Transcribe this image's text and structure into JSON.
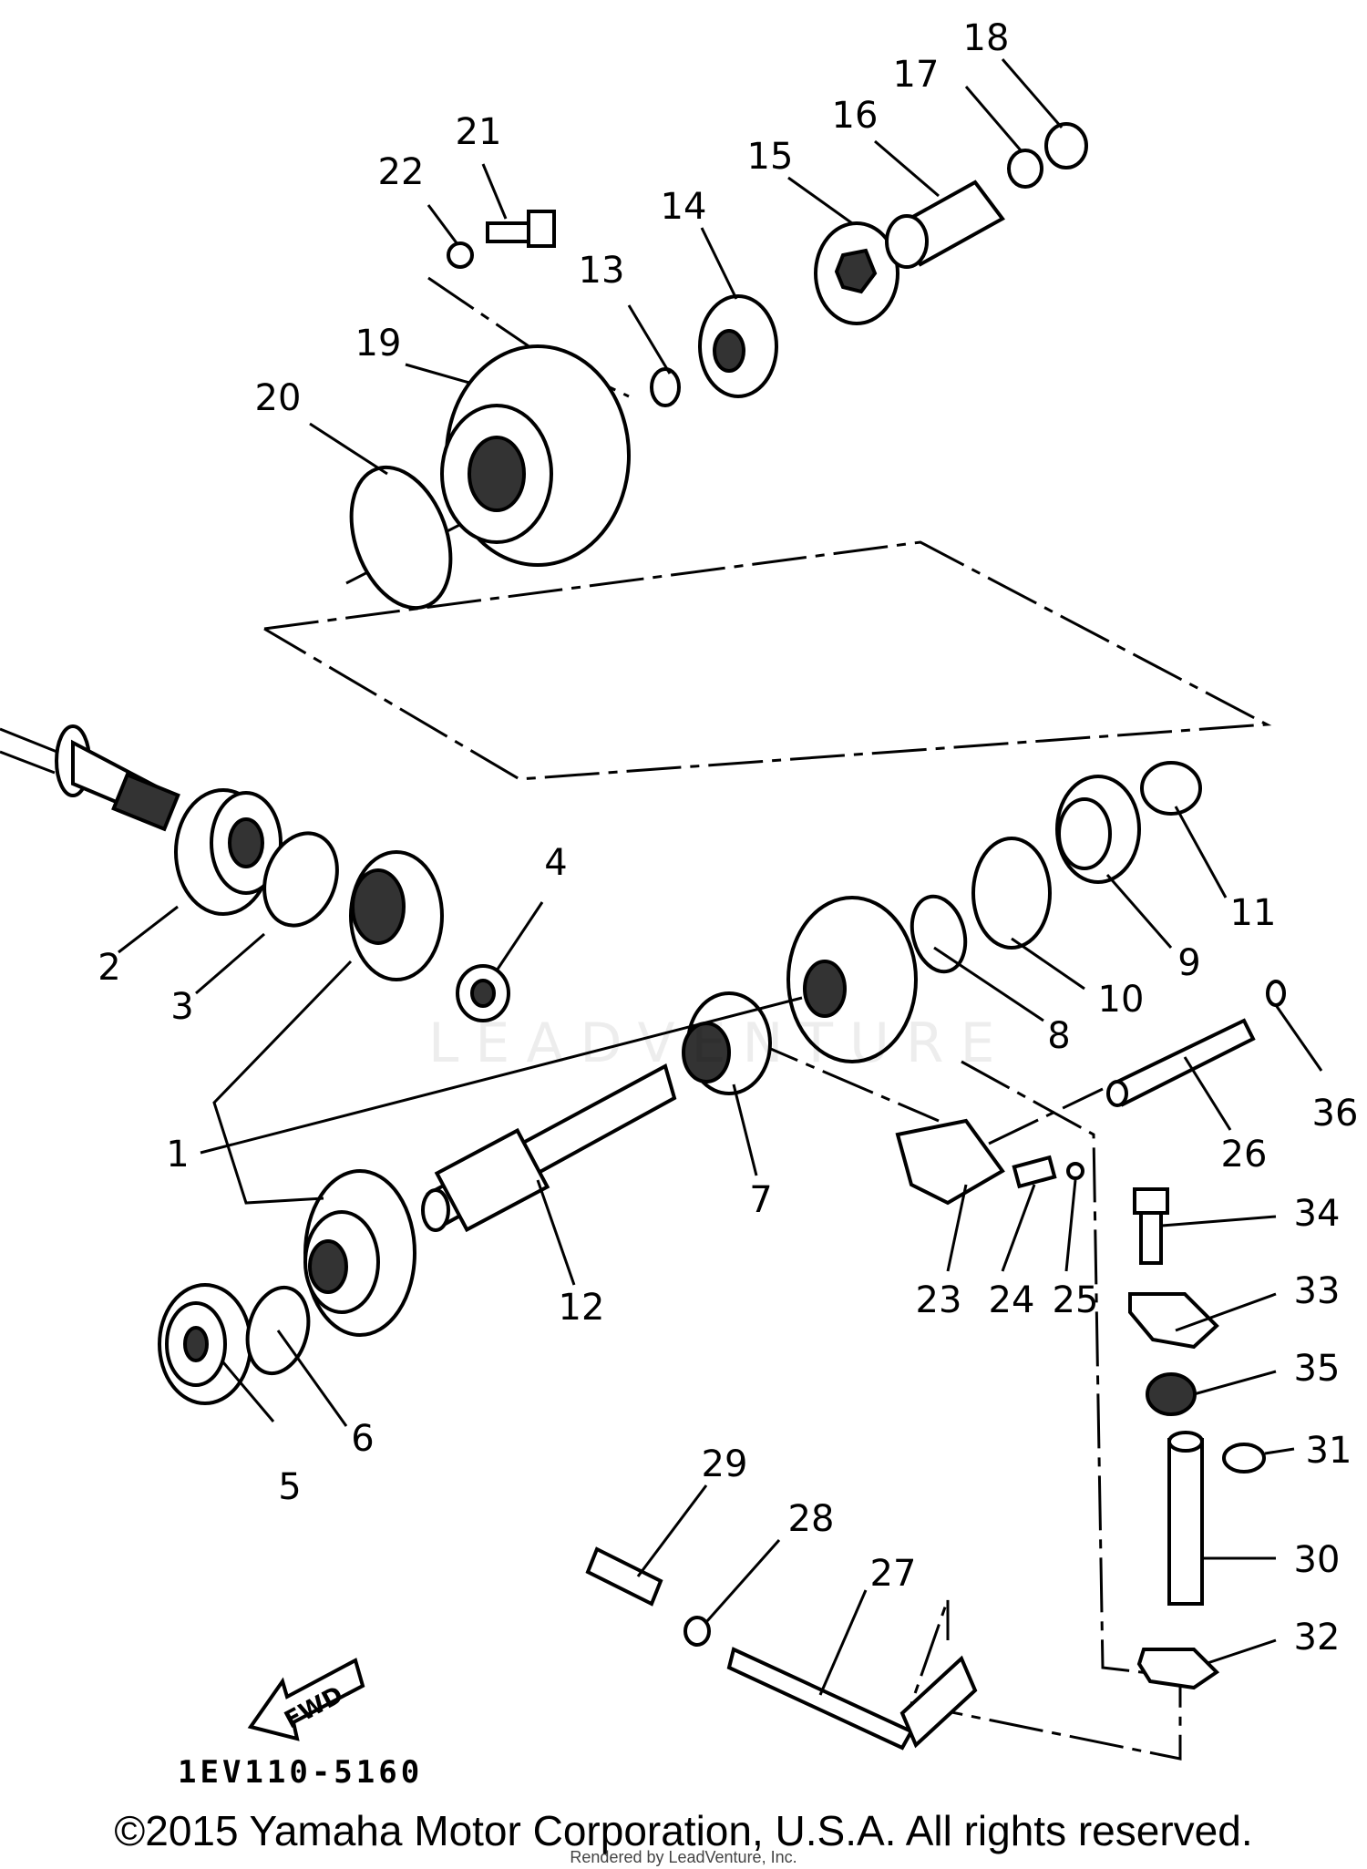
{
  "diagram": {
    "callouts": [
      "1",
      "2",
      "3",
      "4",
      "5",
      "6",
      "7",
      "8",
      "9",
      "10",
      "11",
      "12",
      "13",
      "14",
      "15",
      "16",
      "17",
      "18",
      "19",
      "20",
      "21",
      "22",
      "23",
      "24",
      "25",
      "26",
      "27",
      "28",
      "29",
      "30",
      "31",
      "32",
      "33",
      "34",
      "35",
      "36"
    ],
    "fwd_label": "FWD",
    "diagram_code": "1EV110-5160",
    "watermark": "LEADVENTURE",
    "copyright": "©2015 Yamaha Motor Corporation, U.S.A. All rights reserved.",
    "rendered_by": "Rendered by LeadVenture, Inc."
  }
}
